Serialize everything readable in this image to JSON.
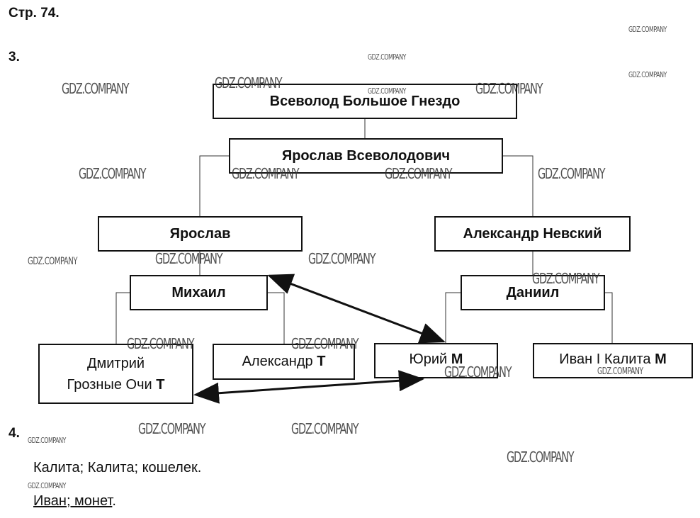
{
  "header": {
    "page": "Стр. 74.",
    "task3": "3.",
    "task4": "4."
  },
  "watermark": "GDZ.COMPANY",
  "tree": {
    "vsevolod": "Всеволод Большое Гнездо",
    "yaroslav_vs": "Ярослав Всеволодович",
    "yaroslav": "Ярослав",
    "nevsky": "Александр Невский",
    "mikhail": "Михаил",
    "daniil": "Даниил",
    "dmitry_line1": "Дмитрий",
    "dmitry_line2": "Грозные Очи",
    "alexandr": "Александр",
    "yury": "Юрий",
    "ivan": "Иван I Калита",
    "mark_t": "Т",
    "mark_m": "М"
  },
  "answer4": {
    "line1": "Калита; Калита; кошелек.",
    "line2_underlined": "Иван; монет",
    "line2_end": "."
  }
}
